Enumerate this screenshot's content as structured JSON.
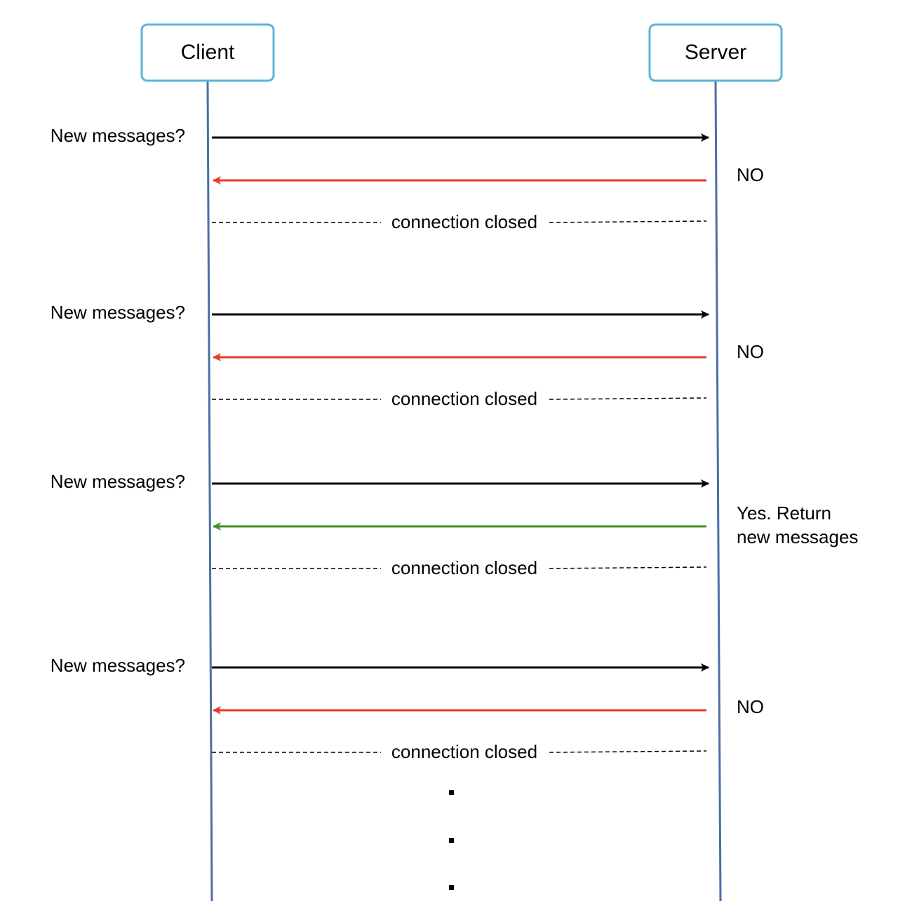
{
  "actors": {
    "client": {
      "label": "Client"
    },
    "server": {
      "label": "Server"
    }
  },
  "colors": {
    "actor_border": "#5BB3DB",
    "lifeline": "#4A6FA5",
    "request_arrow": "#000000",
    "reply_no": "#E8392A",
    "reply_yes": "#3E9322",
    "connection_closed": "#000000"
  },
  "rounds": [
    {
      "request_label": "New messages?",
      "reply_lines": [
        "NO"
      ],
      "reply_status": "no",
      "closed_label": "connection closed"
    },
    {
      "request_label": "New messages?",
      "reply_lines": [
        "NO"
      ],
      "reply_status": "no",
      "closed_label": "connection closed"
    },
    {
      "request_label": "New messages?",
      "reply_lines": [
        "Yes. Return",
        "new messages"
      ],
      "reply_status": "yes",
      "closed_label": "connection closed"
    },
    {
      "request_label": "New messages?",
      "reply_lines": [
        "NO"
      ],
      "reply_status": "no",
      "closed_label": "connection closed"
    }
  ],
  "continuation": {
    "icon": "vertical-ellipsis",
    "dot_count": 3
  }
}
